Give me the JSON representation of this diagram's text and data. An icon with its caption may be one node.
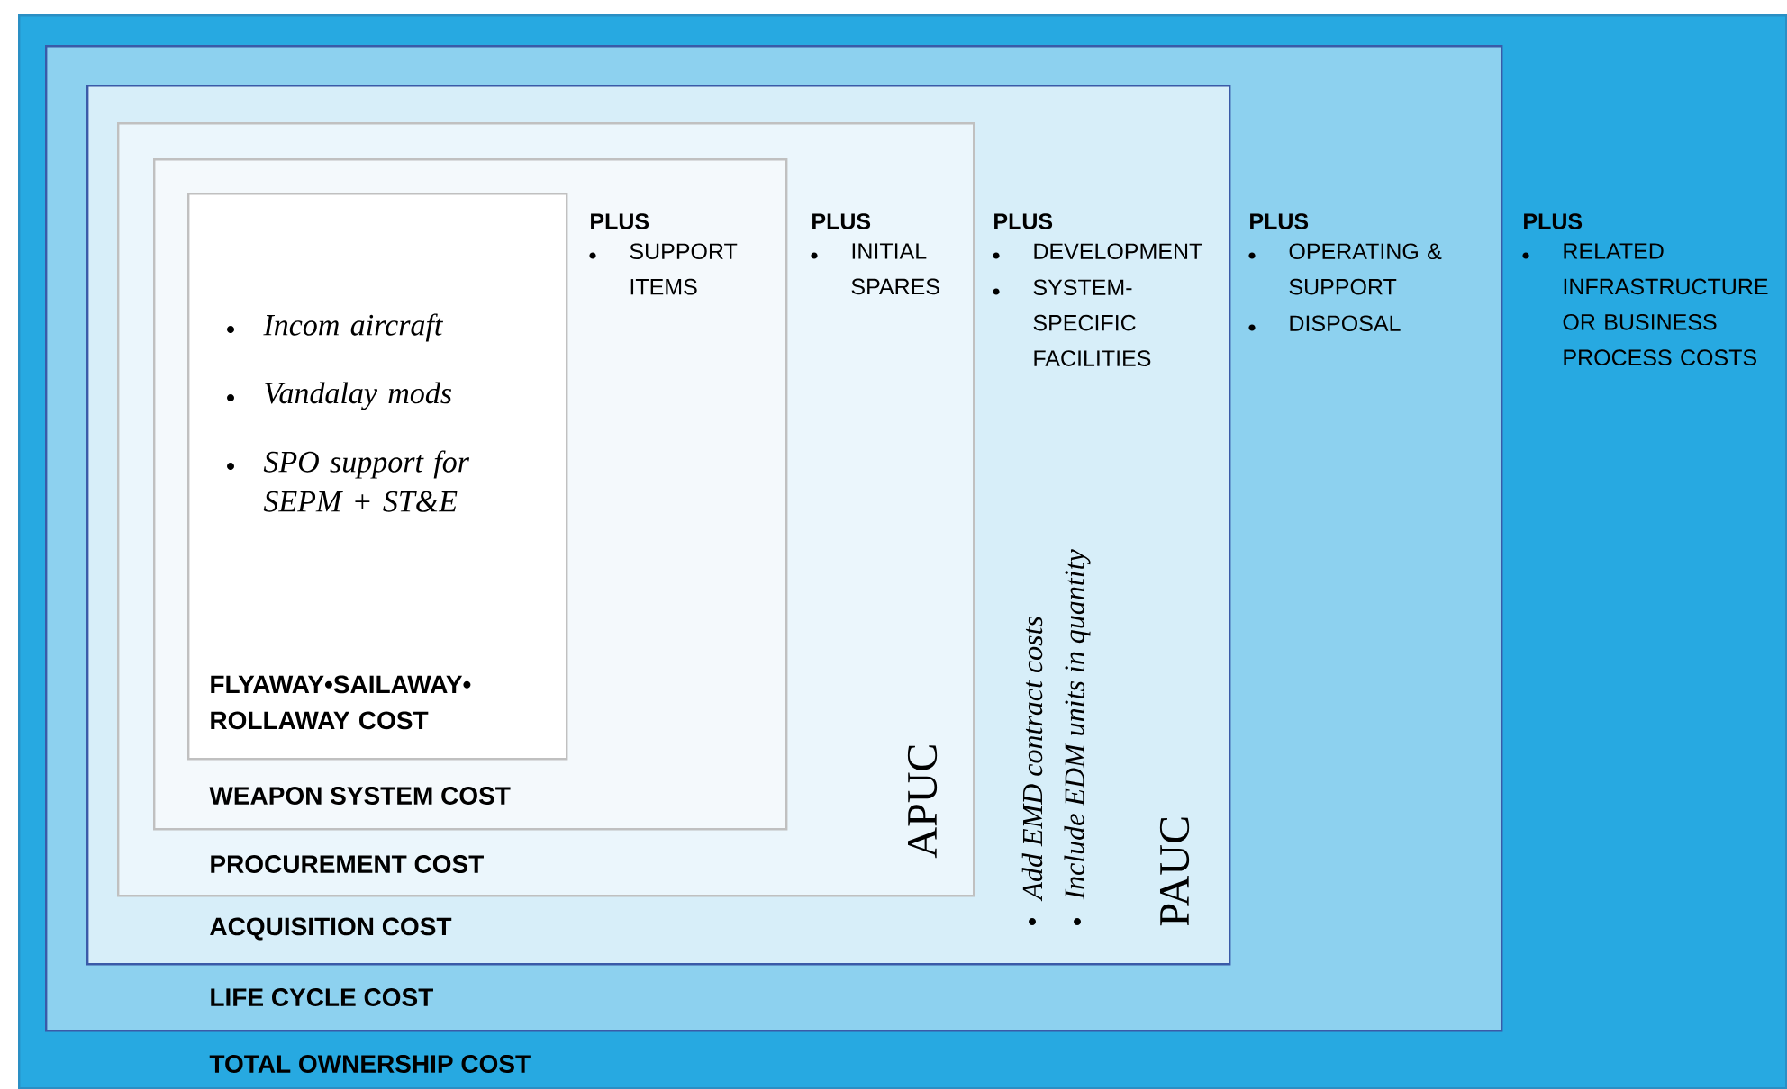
{
  "diagram": {
    "nodes": [
      {
        "text": [
          "TOTAL OWNERSHIP COST",
          "PLUS",
          "RELATED INFRASTRUCTURE OR BUSINESS PROCESS COSTS"
        ]
      },
      {
        "text": [
          "LIFE CYCLE COST",
          "PLUS",
          "OPERATING & SUPPORT",
          "DISPOSAL"
        ],
        "in": 0
      },
      {
        "text": [
          "ACQUISITION COST",
          "PLUS",
          "DEVELOPMENT",
          "SYSTEM-SPECIFIC FACILITIES",
          "Add EMD contract costs",
          "Include EDM units in quantity",
          "PAUC"
        ],
        "in": 1
      },
      {
        "text": [
          "PROCUREMENT COST",
          "PLUS",
          "INITIAL SPARES",
          "APUC"
        ],
        "in": 2
      },
      {
        "text": [
          "WEAPON SYSTEM COST",
          "PLUS",
          "SUPPORT ITEMS"
        ],
        "in": 3
      },
      {
        "text": [
          "Incom aircraft",
          "Vandalay mods",
          "SPO support for SEPM + ST&E",
          "FLYAWAY•SAILAWAY• ROLLAWAY COST"
        ],
        "in": 4
      }
    ]
  }
}
